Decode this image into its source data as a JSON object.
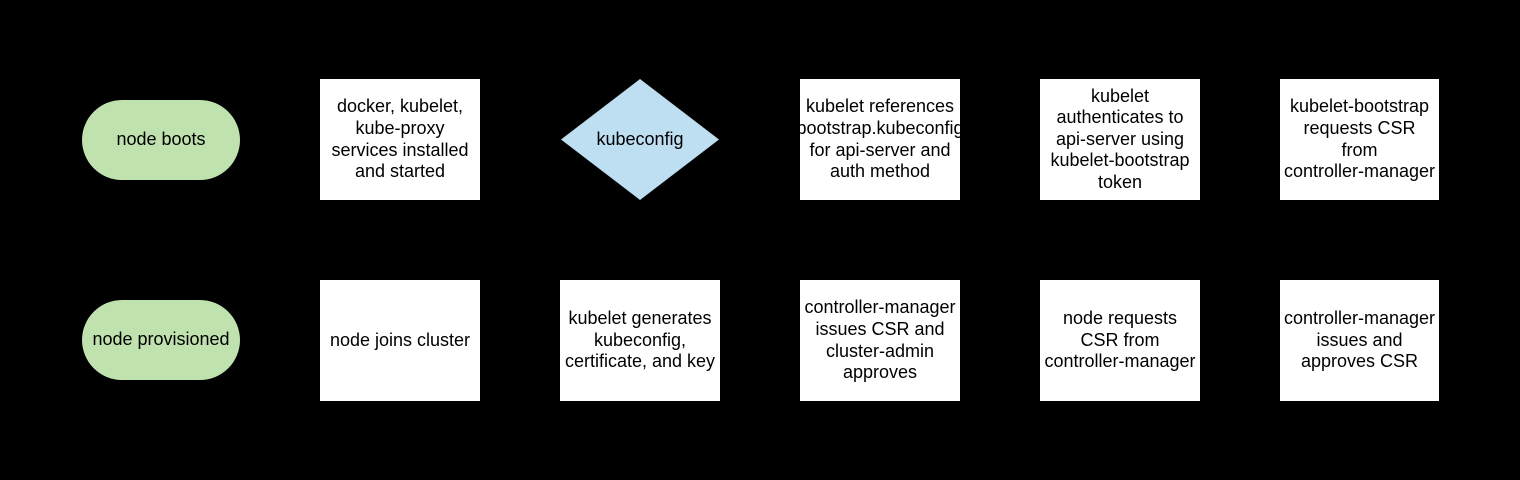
{
  "diagram": {
    "type": "flowchart",
    "topic": "kubelet TLS bootstrapping / node provisioning flow",
    "background_color": "#000000",
    "text_color": "#000000",
    "shape_colors": {
      "terminator_fill": "#bfe2ae",
      "decision_fill": "#bedff2",
      "process_fill": "#ffffff"
    },
    "nodes": {
      "r1c1": {
        "shape": "terminator",
        "label": "node boots"
      },
      "r1c2": {
        "shape": "process",
        "label": "docker, kubelet,\nkube-proxy\nservices installed\nand started"
      },
      "r1c3": {
        "shape": "decision",
        "label": "kubeconfig"
      },
      "r1c4": {
        "shape": "process",
        "label": "kubelet references\nbootstrap.kubeconfig\nfor api-server and\nauth method"
      },
      "r1c5": {
        "shape": "process",
        "label": "kubelet\nauthenticates to\napi-server using\nkubelet-bootstrap\ntoken"
      },
      "r1c6": {
        "shape": "process",
        "label": "kubelet-bootstrap\nrequests CSR\nfrom\ncontroller-manager"
      },
      "r2c1": {
        "shape": "terminator",
        "label": "node provisioned"
      },
      "r2c2": {
        "shape": "process",
        "label": "node joins cluster"
      },
      "r2c3": {
        "shape": "process",
        "label": "kubelet generates\nkubeconfig,\ncertificate, and key"
      },
      "r2c4": {
        "shape": "process",
        "label": "controller-manager\nissues CSR and\ncluster-admin\napproves"
      },
      "r2c5": {
        "shape": "process",
        "label": "node requests\nCSR from\ncontroller-manager"
      },
      "r2c6": {
        "shape": "process",
        "label": "controller-manager\nissues and\napproves CSR"
      }
    }
  }
}
